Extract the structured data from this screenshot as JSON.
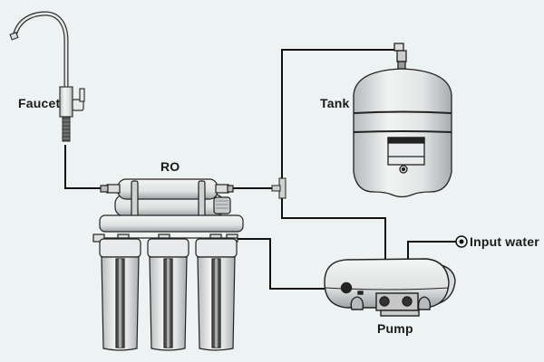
{
  "diagram": {
    "labels": {
      "faucet": "Faucet",
      "ro": "RO",
      "tank": "Tank",
      "input_water": "Input water",
      "pump": "Pump"
    },
    "components": [
      {
        "id": "faucet",
        "icon": "faucet-icon"
      },
      {
        "id": "ro",
        "icon": "ro-membrane-icon"
      },
      {
        "id": "filters",
        "icon": "filter-cartridge-icon",
        "count": 3
      },
      {
        "id": "tank",
        "icon": "pressure-tank-icon"
      },
      {
        "id": "pump",
        "icon": "booster-pump-icon"
      },
      {
        "id": "input_water",
        "icon": "inlet-port-icon"
      }
    ],
    "connections": [
      [
        "input_water",
        "pump"
      ],
      [
        "pump",
        "filters"
      ],
      [
        "filters",
        "ro"
      ],
      [
        "ro",
        "faucet"
      ],
      [
        "ro",
        "tank"
      ],
      [
        "ro",
        "pump"
      ]
    ],
    "colors": {
      "background": "#edf2f3",
      "line": "#111111",
      "body_fill": "#e4e6e7",
      "body_shade": "#b9bcbe"
    }
  }
}
